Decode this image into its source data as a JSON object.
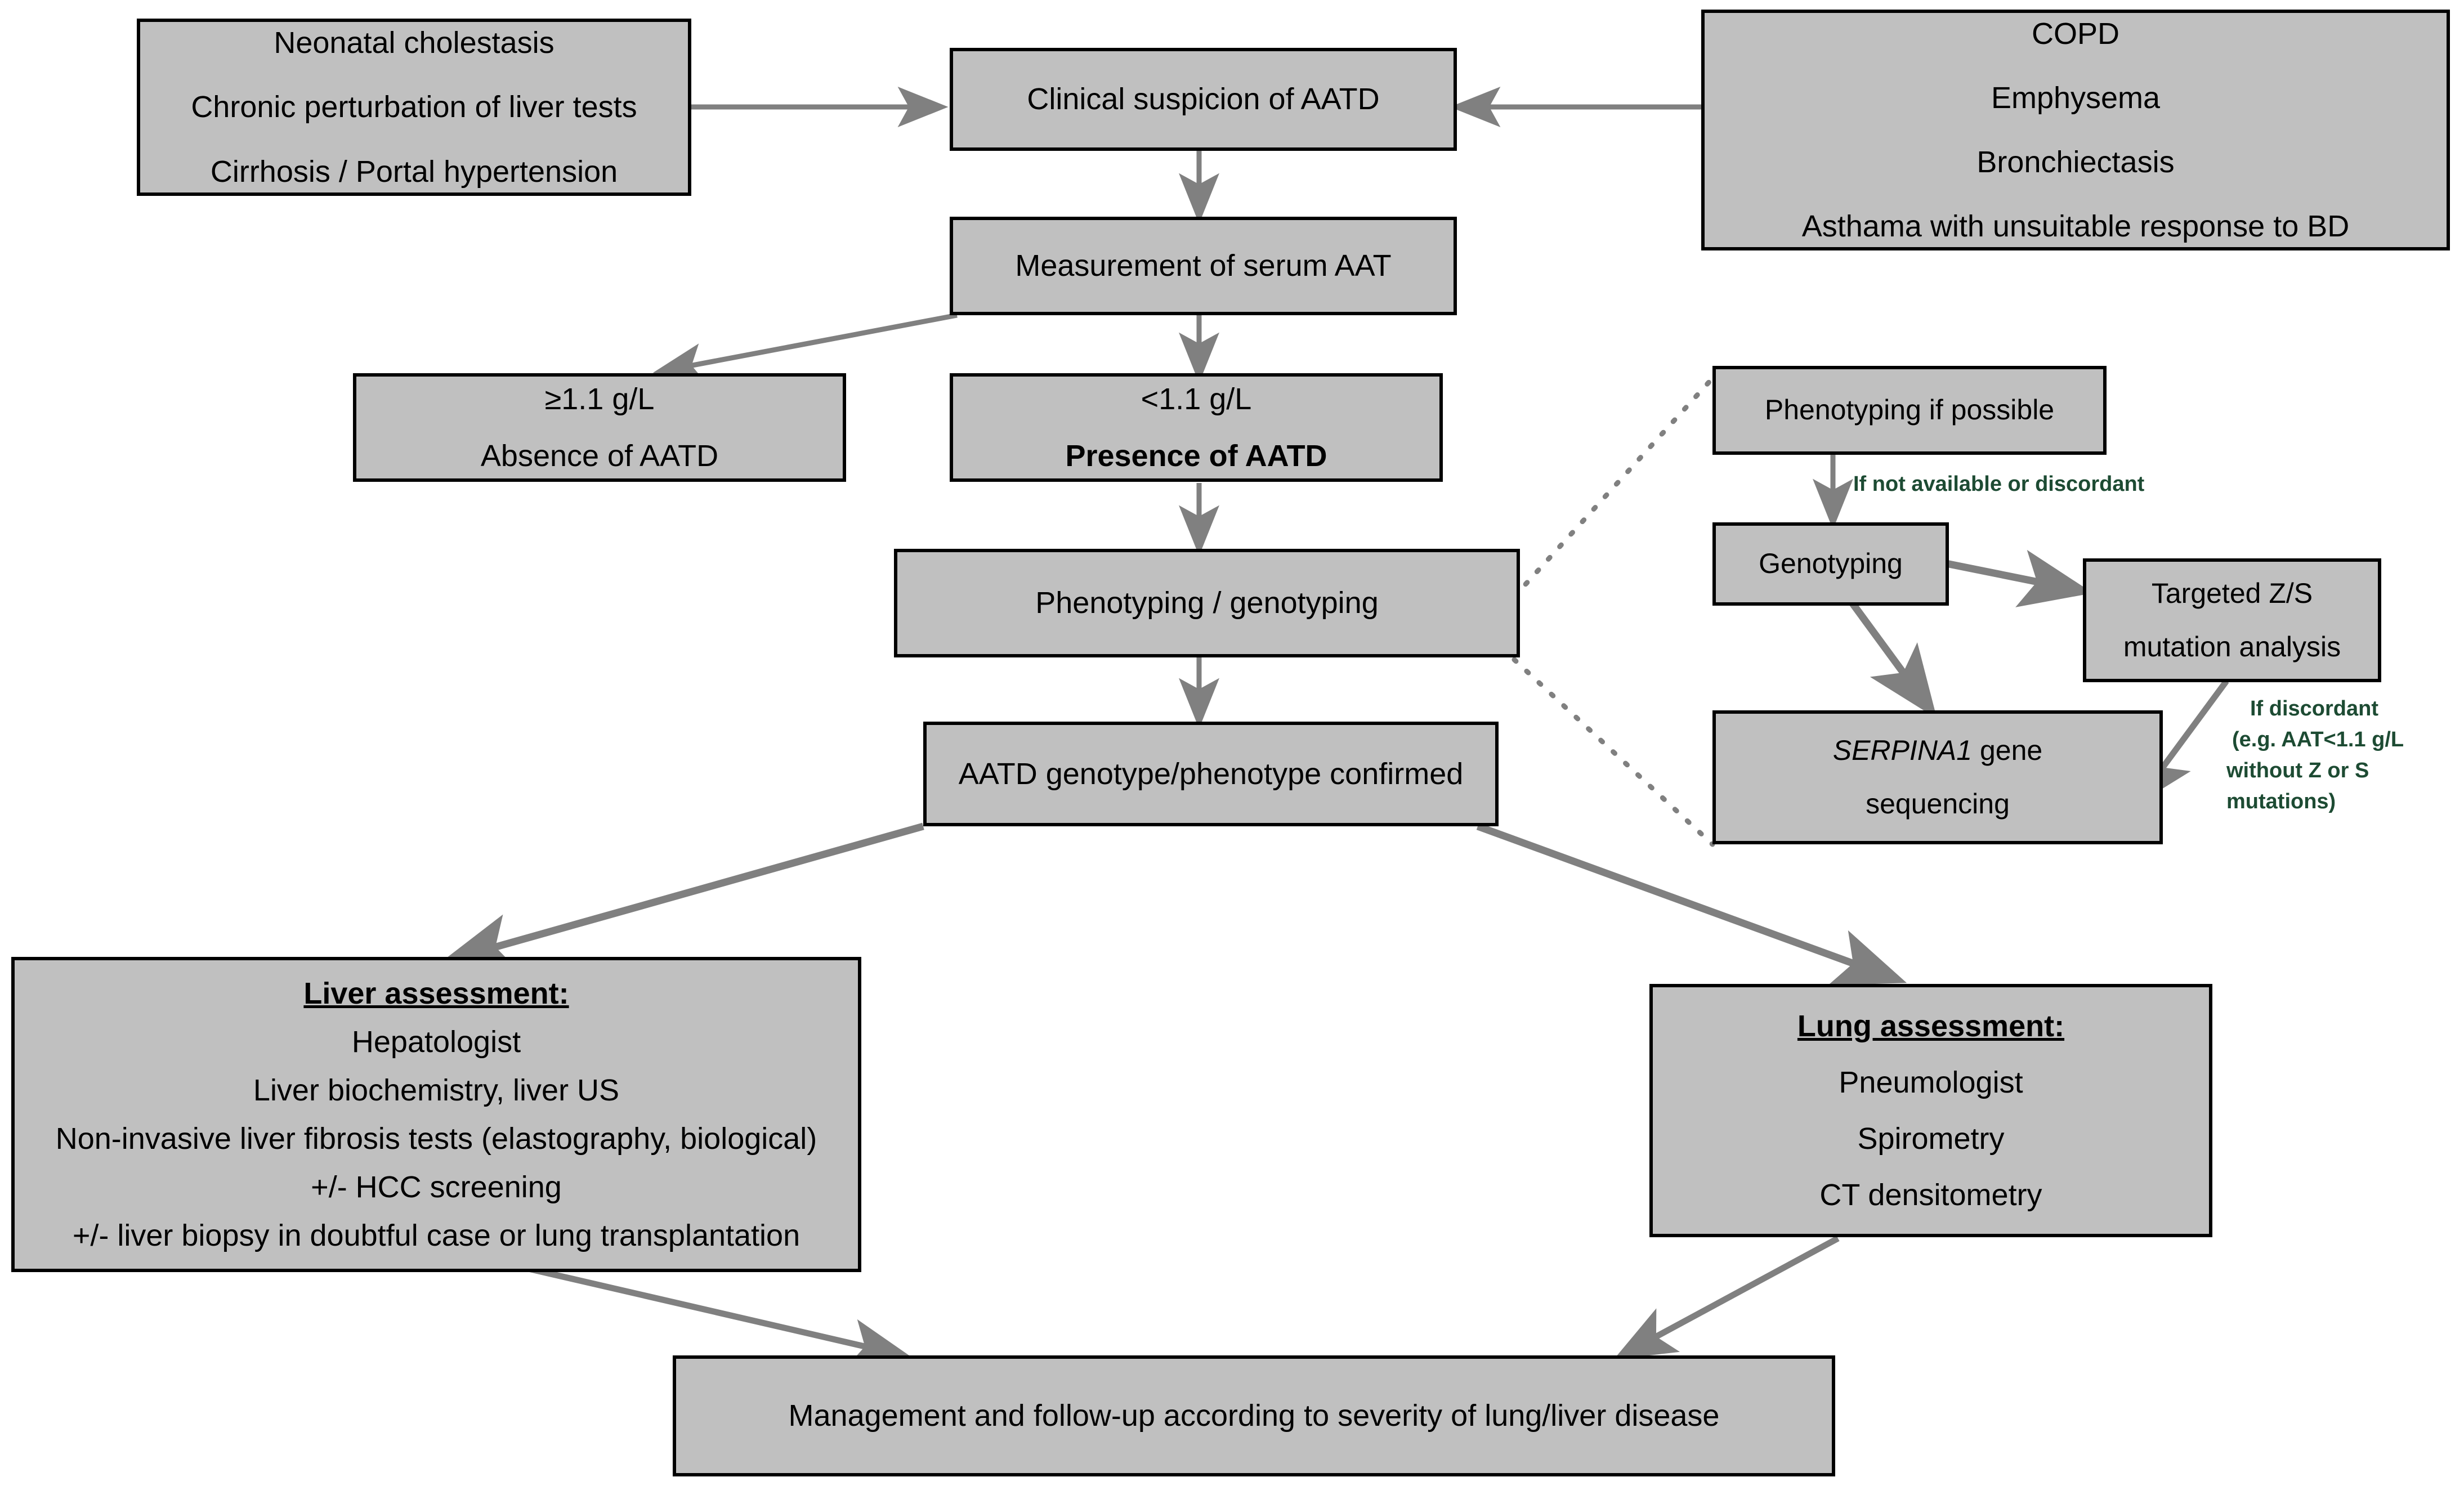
{
  "theme": {
    "node_fill": "#c0c0c0",
    "node_border": "#000000",
    "arrow_color": "#808080",
    "dotted_color": "#808080",
    "text_color": "#000000",
    "annotation_color": "#1d4b33",
    "background": "#ffffff"
  },
  "nodes": {
    "liver_triggers": {
      "lines": [
        "Neonatal cholestasis",
        "Chronic perturbation of liver tests",
        "Cirrhosis / Portal hypertension"
      ]
    },
    "lung_triggers": {
      "lines": [
        "COPD",
        "Emphysema",
        "Bronchiectasis",
        "Asthama with unsuitable response to BD"
      ]
    },
    "clinical_suspicion": {
      "label": "Clinical suspicion of AATD"
    },
    "measurement": {
      "label": "Measurement of serum AAT"
    },
    "absence": {
      "line1": "≥1.1 g/L",
      "line2": "Absence of AATD"
    },
    "presence": {
      "line1": "<1.1 g/L",
      "line2": "Presence of AATD"
    },
    "pheno_geno": {
      "label": "Phenotyping / genotyping"
    },
    "confirmed": {
      "label": "AATD genotype/phenotype confirmed"
    },
    "phenotyping_if_possible": {
      "label": "Phenotyping if possible"
    },
    "genotyping": {
      "label": "Genotyping"
    },
    "targeted_mutation": {
      "line1": "Targeted Z/S",
      "line2": "mutation analysis"
    },
    "serpina1": {
      "line1_italic": "SERPINA1",
      "line1_rest": " gene",
      "line2": "sequencing"
    },
    "liver_assessment": {
      "heading": "Liver assessment:",
      "lines": [
        "Hepatologist",
        "Liver biochemistry, liver US",
        "Non-invasive liver fibrosis tests (elastography, biological)",
        "+/- HCC screening",
        "+/- liver biopsy in doubtful case or lung transplantation"
      ]
    },
    "lung_assessment": {
      "heading": "Lung assessment:",
      "lines": [
        "Pneumologist",
        "Spirometry",
        "CT densitometry"
      ]
    },
    "management": {
      "label": "Management and follow-up according to severity of lung/liver disease"
    }
  },
  "edge_labels": {
    "not_available": "If not available or discordant",
    "discordant_1": "If discordant",
    "discordant_2": "(e.g. AAT<1.1 g/L",
    "discordant_3": "without Z or S mutations)"
  }
}
